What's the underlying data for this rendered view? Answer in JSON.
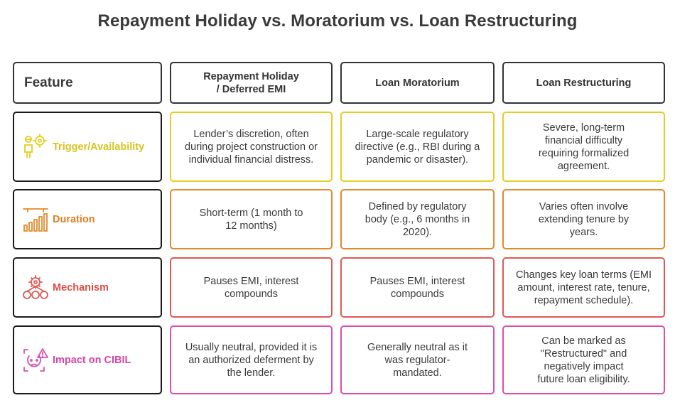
{
  "title": "Repayment Holiday vs. Moratorium vs. Loan Restructuring",
  "header": {
    "feature": "Feature",
    "col1_line1": "Repayment Holiday",
    "col1_line2": "/ Deferred EMI",
    "col2": "Loan Moratorium",
    "col3": "Loan Restructuring"
  },
  "rows": [
    {
      "label": "Trigger/Availability",
      "icon": "target-person-icon",
      "color": "#e2cf1f",
      "cells": [
        [
          "Lender’s discretion, often",
          "during project construction or",
          "individual financial distress."
        ],
        [
          "Large-scale regulatory",
          "directive (e.g., RBI during a",
          "pandemic or disaster)."
        ],
        [
          "Severe, long-term",
          "financial difficulty",
          "requiring formalized",
          "agreement."
        ]
      ]
    },
    {
      "label": "Duration",
      "icon": "bar-chart-icon",
      "color": "#e08a2c",
      "cells": [
        [
          "Short-term (1 month to",
          "12 months)"
        ],
        [
          "Defined by regulatory",
          "body (e.g., 6 months in",
          "2020)."
        ],
        [
          "Varies often involve",
          "extending tenure by",
          "years."
        ]
      ]
    },
    {
      "label": "Mechanism",
      "icon": "gears-conveyor-icon",
      "color": "#dc5a55",
      "cells": [
        [
          "Pauses EMI, interest",
          "compounds"
        ],
        [
          "Pauses EMI, interest",
          "compounds"
        ],
        [
          "Changes key loan terms (EMI",
          "amount, interest rate, tenure,",
          "repayment schedule)."
        ]
      ]
    },
    {
      "label": "Impact on CIBIL",
      "icon": "face-warning-icon",
      "color": "#d94fb0",
      "cells": [
        [
          "Usually neutral, provided it is",
          "an authorized deferment by",
          "the lender."
        ],
        [
          "Generally neutral as it",
          "was regulator-",
          "mandated."
        ],
        [
          "Can be marked as",
          "\"Restructured\" and",
          "negatively impact",
          "future loan eligibility."
        ]
      ]
    }
  ]
}
